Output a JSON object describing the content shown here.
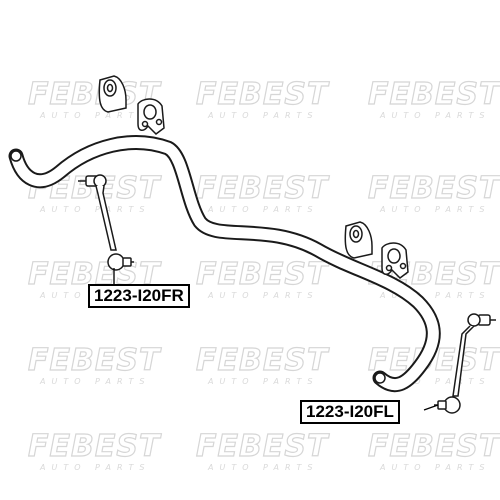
{
  "watermark": {
    "brand": "FEBEST",
    "tagline": "AUTO PARTS"
  },
  "callouts": {
    "right_link": "1223-I20FR",
    "left_link": "1223-I20FL"
  }
}
